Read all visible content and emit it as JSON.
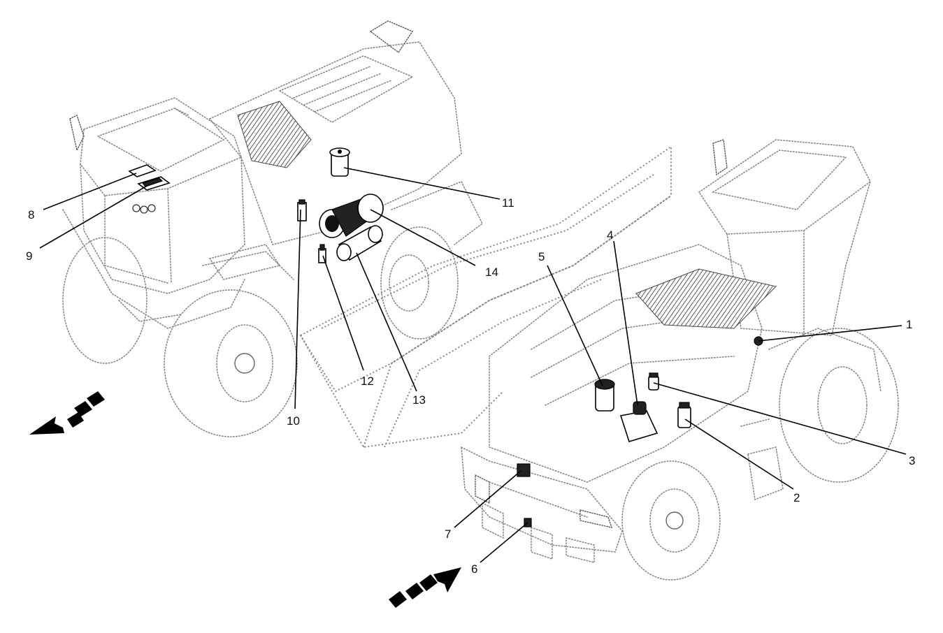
{
  "callouts": [
    {
      "id": "1",
      "label": "1"
    },
    {
      "id": "2",
      "label": "2"
    },
    {
      "id": "3",
      "label": "3"
    },
    {
      "id": "4",
      "label": "4"
    },
    {
      "id": "5",
      "label": "5"
    },
    {
      "id": "6",
      "label": "6"
    },
    {
      "id": "7",
      "label": "7"
    },
    {
      "id": "8",
      "label": "8"
    },
    {
      "id": "9",
      "label": "9"
    },
    {
      "id": "10",
      "label": "10"
    },
    {
      "id": "11",
      "label": "11"
    },
    {
      "id": "12",
      "label": "12"
    },
    {
      "id": "13",
      "label": "13"
    },
    {
      "id": "14",
      "label": "14"
    }
  ],
  "colors": {
    "outline": "#888888",
    "ink": "#000000",
    "background": "#ffffff"
  },
  "icons": {
    "front_direction": "dashed-arrow-icon",
    "rear_direction": "dashed-arrow-icon"
  }
}
